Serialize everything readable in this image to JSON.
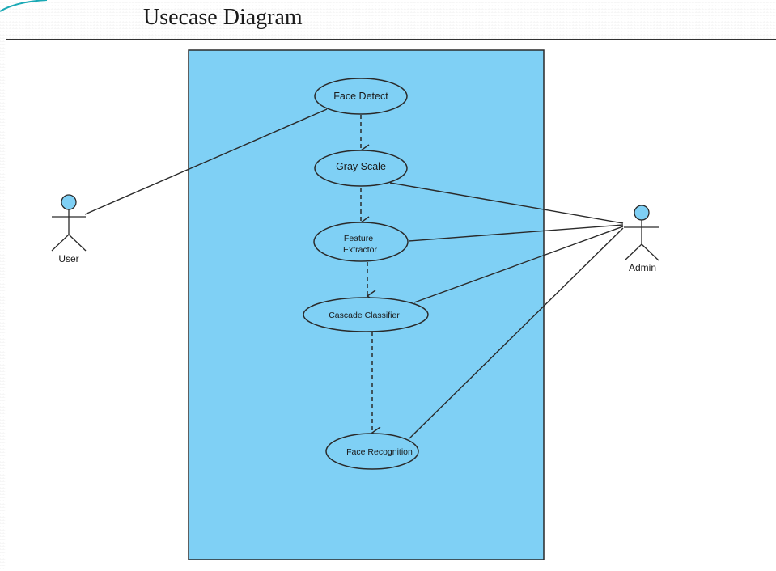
{
  "title": "Usecase Diagram",
  "colors": {
    "system_fill": "#7fd0f5",
    "usecase_fill": "#7fd0f5",
    "actor_head_fill": "#7fd0f5",
    "line": "#2a2a2a",
    "accent": "#1aa9b5"
  },
  "actors": {
    "user": "User",
    "admin": "Admin"
  },
  "usecases": {
    "face_detect": "Face Detect",
    "gray_scale": "Gray Scale",
    "feature_extractor_line1": "Feature",
    "feature_extractor_line2": "Extractor",
    "cascade_classifier": "Cascade Classifier",
    "face_recognition": "Face Recognition"
  }
}
